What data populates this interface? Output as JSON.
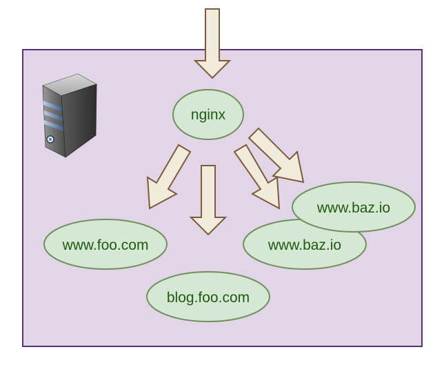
{
  "colors": {
    "container_fill": "#e1d5e7",
    "container_stroke": "#56317a",
    "arrow_fill": "#f1ebdc",
    "arrow_stroke": "#7a5b3a",
    "node_fill": "#d5e8d4",
    "node_stroke": "#6f8f5d",
    "node_text": "#1f5a10"
  },
  "icons": {
    "server": "server-icon"
  },
  "nodes": {
    "nginx": "nginx",
    "foo": "www.foo.com",
    "blog": "blog.foo.com",
    "baz_front": "www.baz.io",
    "baz_back": "www.baz.io"
  }
}
